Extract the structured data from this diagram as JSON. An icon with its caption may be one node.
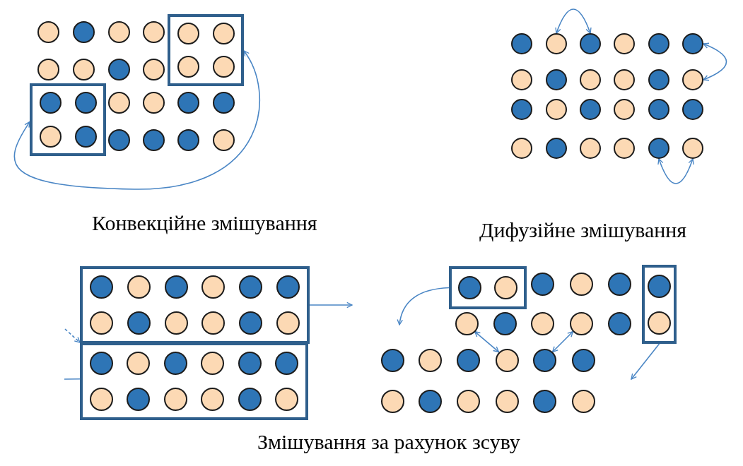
{
  "diagram": {
    "nodes": [
      {
        "text": [],
        "shape": "box"
      },
      {
        "text": [],
        "shape": "box"
      },
      {
        "text": [],
        "shape": "circle"
      },
      {
        "text": [],
        "shape": "circle"
      },
      {
        "text": [],
        "shape": "circle"
      },
      {
        "text": [],
        "shape": "circle"
      },
      {
        "text": [],
        "shape": "circle",
        "in": 0
      },
      {
        "text": [],
        "shape": "circle",
        "in": 0
      },
      {
        "text": [],
        "shape": "circle"
      },
      {
        "text": [],
        "shape": "circle"
      },
      {
        "text": [],
        "shape": "circle"
      },
      {
        "text": [],
        "shape": "circle"
      },
      {
        "text": [],
        "shape": "circle",
        "in": 0
      },
      {
        "text": [],
        "shape": "circle",
        "in": 0
      },
      {
        "text": [],
        "shape": "circle",
        "in": 1
      },
      {
        "text": [],
        "shape": "circle",
        "in": 1
      },
      {
        "text": [],
        "shape": "circle"
      },
      {
        "text": [],
        "shape": "circle"
      },
      {
        "text": [],
        "shape": "circle"
      },
      {
        "text": [],
        "shape": "circle"
      },
      {
        "text": [],
        "shape": "circle",
        "in": 1
      },
      {
        "text": [],
        "shape": "circle",
        "in": 1
      },
      {
        "text": [],
        "shape": "circle"
      },
      {
        "text": [],
        "shape": "circle"
      },
      {
        "text": [],
        "shape": "circle"
      },
      {
        "text": [],
        "shape": "circle"
      },
      {
        "text": [],
        "shape": "circle"
      },
      {
        "text": [],
        "shape": "circle"
      },
      {
        "text": [],
        "shape": "circle"
      },
      {
        "text": [],
        "shape": "circle"
      },
      {
        "text": [],
        "shape": "circle"
      },
      {
        "text": [],
        "shape": "circle"
      },
      {
        "text": [],
        "shape": "circle"
      },
      {
        "text": [],
        "shape": "circle"
      },
      {
        "text": [],
        "shape": "circle"
      },
      {
        "text": [],
        "shape": "circle"
      },
      {
        "text": [],
        "shape": "circle"
      },
      {
        "text": [],
        "shape": "circle"
      },
      {
        "text": [],
        "shape": "circle"
      },
      {
        "text": [],
        "shape": "circle"
      },
      {
        "text": [],
        "shape": "circle"
      },
      {
        "text": [],
        "shape": "circle"
      },
      {
        "text": [],
        "shape": "circle"
      },
      {
        "text": [],
        "shape": "circle"
      },
      {
        "text": [],
        "shape": "circle"
      },
      {
        "text": [],
        "shape": "circle"
      },
      {
        "text": [],
        "shape": "circle"
      },
      {
        "text": [],
        "shape": "circle"
      },
      {
        "text": [],
        "shape": "circle"
      },
      {
        "text": [],
        "shape": "circle"
      },
      {
        "text": [],
        "shape": "box"
      },
      {
        "text": [],
        "shape": "box"
      },
      {
        "text": [],
        "shape": "circle",
        "in": 50
      },
      {
        "text": [],
        "shape": "circle",
        "in": 50
      },
      {
        "text": [],
        "shape": "circle",
        "in": 50
      },
      {
        "text": [],
        "shape": "circle",
        "in": 50
      },
      {
        "text": [],
        "shape": "circle",
        "in": 50
      },
      {
        "text": [],
        "shape": "circle",
        "in": 50
      },
      {
        "text": [],
        "shape": "circle",
        "in": 50
      },
      {
        "text": [],
        "shape": "circle",
        "in": 50
      },
      {
        "text": [],
        "shape": "circle",
        "in": 50
      },
      {
        "text": [],
        "shape": "circle",
        "in": 50
      },
      {
        "text": [],
        "shape": "circle",
        "in": 50
      },
      {
        "text": [],
        "shape": "circle",
        "in": 50
      },
      {
        "text": [],
        "shape": "circle",
        "in": 51
      },
      {
        "text": [],
        "shape": "circle",
        "in": 51
      },
      {
        "text": [],
        "shape": "circle",
        "in": 51
      },
      {
        "text": [],
        "shape": "circle",
        "in": 51
      },
      {
        "text": [],
        "shape": "circle",
        "in": 51
      },
      {
        "text": [],
        "shape": "circle",
        "in": 51
      },
      {
        "text": [],
        "shape": "circle",
        "in": 51
      },
      {
        "text": [],
        "shape": "circle",
        "in": 51
      },
      {
        "text": [],
        "shape": "circle",
        "in": 51
      },
      {
        "text": [],
        "shape": "circle",
        "in": 51
      },
      {
        "text": [],
        "shape": "circle",
        "in": 51
      },
      {
        "text": [],
        "shape": "circle",
        "in": 51
      },
      {
        "text": [],
        "shape": "box"
      },
      {
        "text": [],
        "shape": "box"
      },
      {
        "text": [],
        "shape": "circle",
        "in": 76
      },
      {
        "text": [],
        "shape": "circle",
        "in": 76
      },
      {
        "text": [],
        "shape": "circle"
      },
      {
        "text": [],
        "shape": "circle"
      },
      {
        "text": [],
        "shape": "circle"
      },
      {
        "text": [],
        "shape": "circle",
        "in": 77
      },
      {
        "text": [],
        "shape": "circle"
      },
      {
        "text": [],
        "shape": "circle"
      },
      {
        "text": [],
        "shape": "circle"
      },
      {
        "text": [],
        "shape": "circle"
      },
      {
        "text": [],
        "shape": "circle"
      },
      {
        "text": [],
        "shape": "circle",
        "in": 77
      },
      {
        "text": [],
        "shape": "circle"
      },
      {
        "text": [],
        "shape": "circle"
      },
      {
        "text": [],
        "shape": "circle"
      },
      {
        "text": [],
        "shape": "circle"
      },
      {
        "text": [],
        "shape": "circle"
      },
      {
        "text": [],
        "shape": "circle"
      },
      {
        "text": [],
        "shape": "circle"
      },
      {
        "text": [],
        "shape": "circle"
      },
      {
        "text": [],
        "shape": "circle"
      },
      {
        "text": [],
        "shape": "circle"
      },
      {
        "text": [],
        "shape": "circle"
      },
      {
        "text": [],
        "shape": "circle"
      }
    ],
    "edges": [
      {
        "from": 1,
        "to": 0,
        "arrow": "both"
      },
      {
        "from": 27,
        "to": 28,
        "arrow": "both"
      },
      {
        "from": 31,
        "to": 37,
        "arrow": "both"
      },
      {
        "from": 48,
        "to": 49,
        "arrow": "both"
      },
      {
        "from": 50,
        "to": null,
        "arrow": "to"
      },
      {
        "from": null,
        "to": 51,
        "arrow": "to",
        "style": "dashed"
      },
      {
        "from": null,
        "to": 51,
        "arrow": "none"
      },
      {
        "from": 76,
        "to": null,
        "arrow": "to"
      },
      {
        "from": 77,
        "to": null,
        "arrow": "to"
      },
      {
        "from": 84,
        "to": 93,
        "arrow": "both"
      },
      {
        "from": 87,
        "to": 94,
        "arrow": "both"
      }
    ],
    "labels": [
      "Конвекційне змішування",
      "Дифузійне змішування",
      "Змішування за рахунок зсуву"
    ]
  }
}
